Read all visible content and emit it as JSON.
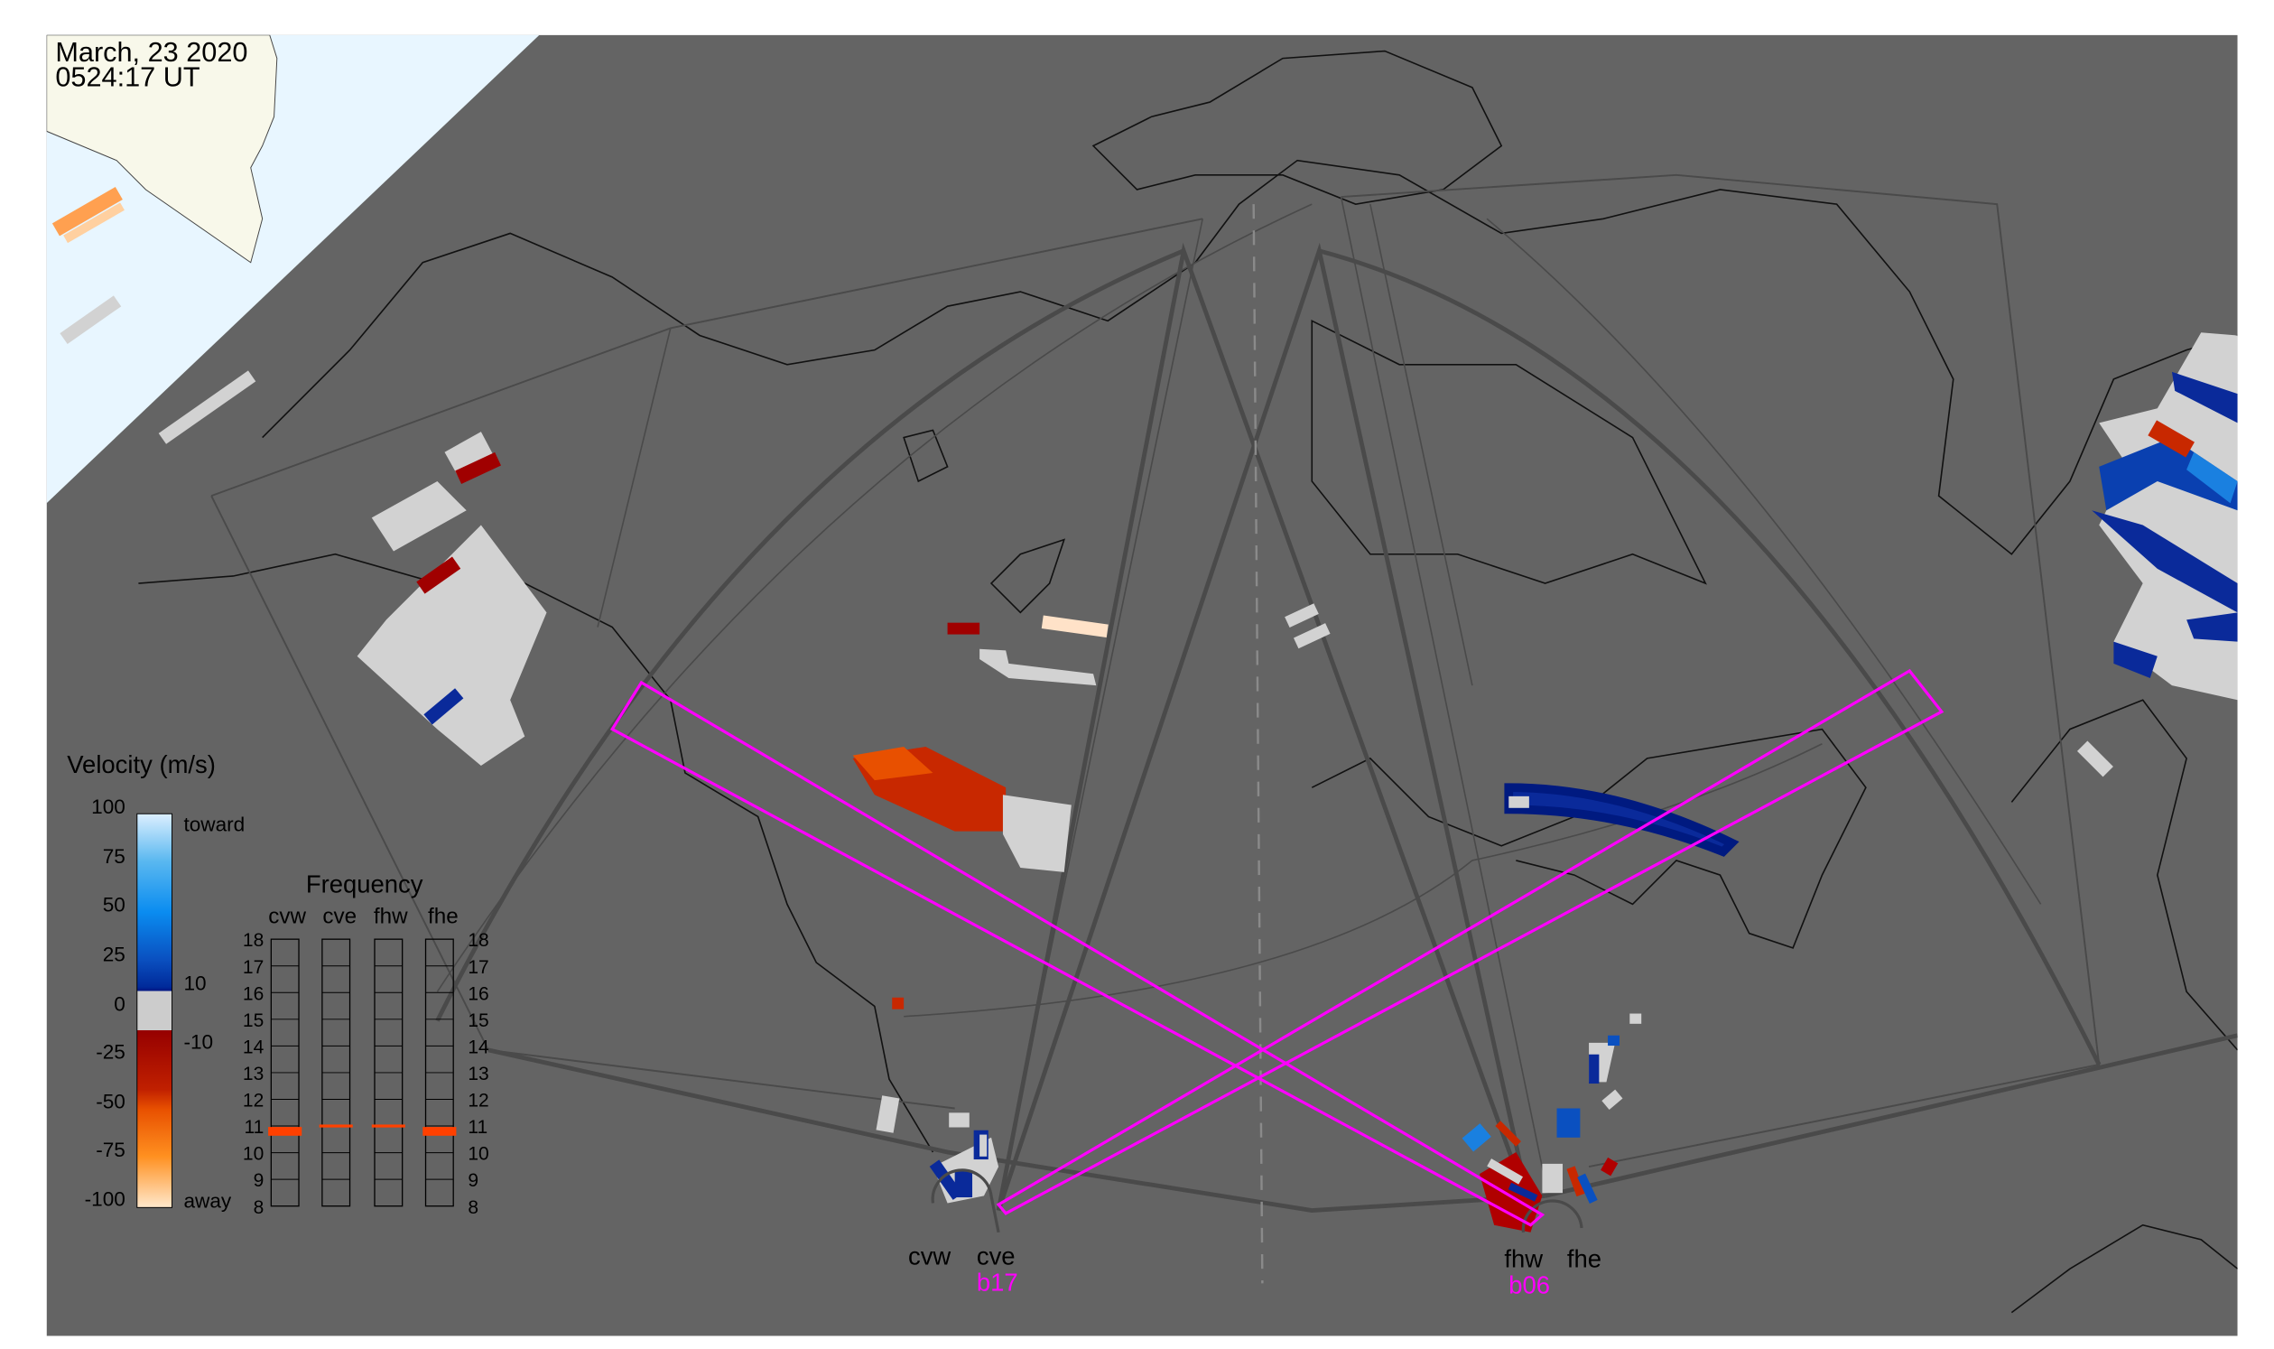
{
  "header": {
    "date": "March, 23 2020",
    "time": "0524:17 UT"
  },
  "velocity_legend": {
    "title": "Velocity (m/s)",
    "ticks": [
      "100",
      "75",
      "50",
      "25",
      "0",
      "-25",
      "-50",
      "-75",
      "-100"
    ],
    "toward_label": "toward",
    "away_label": "away",
    "ground_scatter_upper": "10",
    "ground_scatter_lower": "-10"
  },
  "frequency_panel": {
    "title": "Frequency",
    "columns": [
      "cvw",
      "cve",
      "fhw",
      "fhe"
    ],
    "ticks": [
      "18",
      "17",
      "16",
      "15",
      "14",
      "13",
      "12",
      "11",
      "10",
      "9",
      "8"
    ],
    "active_mhz": [
      10.8,
      11.0,
      11.0,
      10.8
    ]
  },
  "radars": {
    "cvw": "cvw",
    "cve": "cve",
    "fhw": "fhw",
    "fhe": "fhe",
    "beam_cv": "b17",
    "beam_fh": "b06"
  },
  "colors": {
    "background": "#646464",
    "ocean": "#e8f6ff",
    "land": "#f8f8ea",
    "beam": "#ff00ff",
    "fov": "#4a4a4a"
  }
}
